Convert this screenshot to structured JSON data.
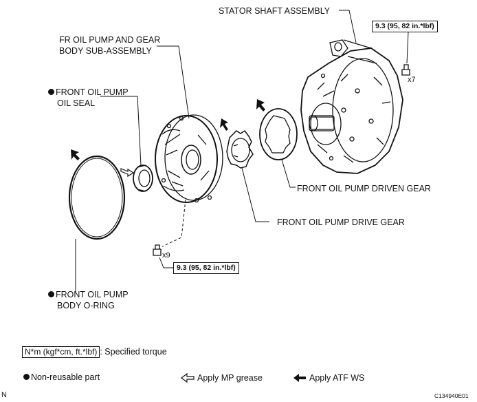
{
  "labels": {
    "stator": "STATOR SHAFT ASSEMBLY",
    "fr_oil_pump_line1": "FR OIL PUMP AND GEAR",
    "fr_oil_pump_line2": "BODY SUB-ASSEMBLY",
    "seal_line1": "FRONT OIL PUMP",
    "seal_line2": "OIL SEAL",
    "driven_gear": "FRONT OIL PUMP DRIVEN GEAR",
    "drive_gear": "FRONT OIL PUMP DRIVE GEAR",
    "oring_line1": "FRONT OIL PUMP",
    "oring_line2": "BODY O-RING"
  },
  "torque": {
    "top_value": "9.3 (95, 82 in.*lbf)",
    "top_count": "x7",
    "bottom_value": "9.3 (95, 82 in.*lbf)",
    "bottom_count": "x9"
  },
  "legend": {
    "torque_unit_box": "N*m (kgf*cm, ft.*lbf)",
    "torque_desc": ": Specified torque",
    "non_reusable": "Non-reusable part",
    "mp_grease": "Apply MP grease",
    "atf": "Apply ATF WS"
  },
  "footer": {
    "left_mark": "N",
    "figure_id": "C134940E01"
  }
}
